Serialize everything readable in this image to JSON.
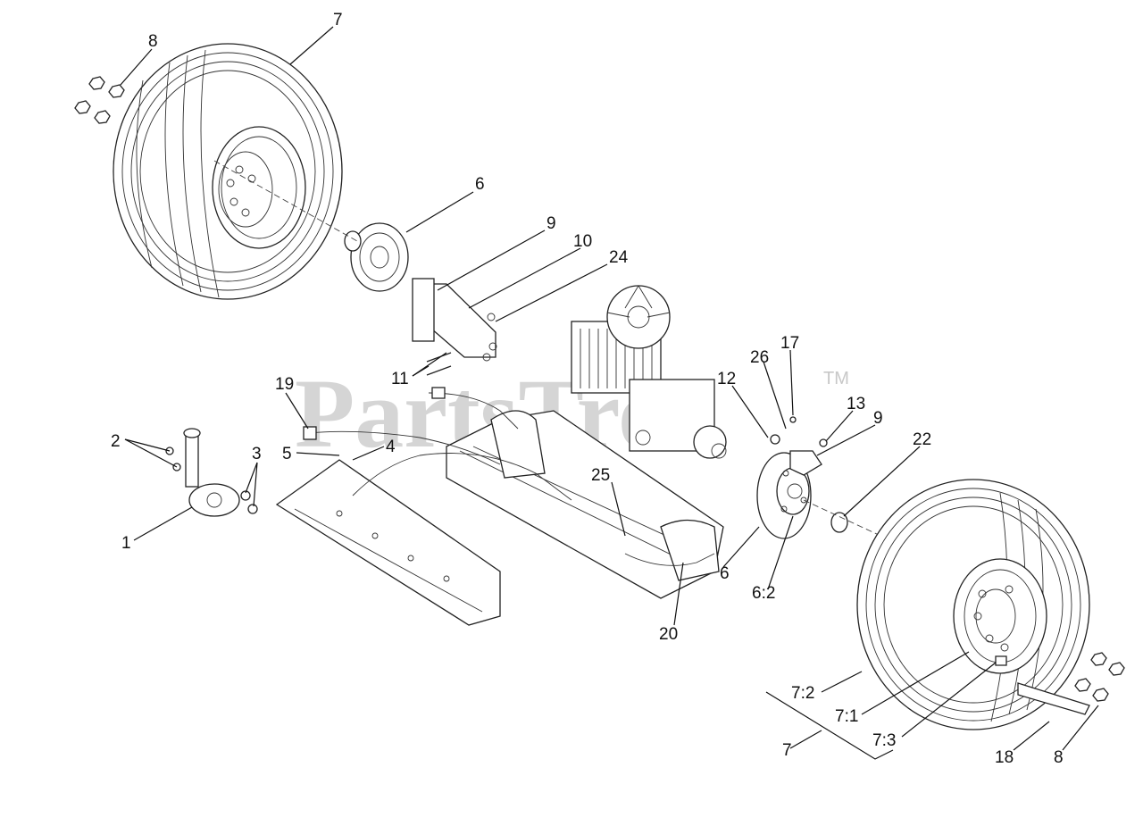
{
  "watermark": {
    "text": "PartsTree",
    "mark": "TM"
  },
  "callouts": [
    {
      "id": "c-7-top",
      "label": "7"
    },
    {
      "id": "c-8-top",
      "label": "8"
    },
    {
      "id": "c-6-top",
      "label": "6"
    },
    {
      "id": "c-9-top",
      "label": "9"
    },
    {
      "id": "c-10",
      "label": "10"
    },
    {
      "id": "c-24",
      "label": "24"
    },
    {
      "id": "c-11",
      "label": "11"
    },
    {
      "id": "c-19",
      "label": "19"
    },
    {
      "id": "c-2",
      "label": "2"
    },
    {
      "id": "c-3",
      "label": "3"
    },
    {
      "id": "c-5",
      "label": "5"
    },
    {
      "id": "c-4",
      "label": "4"
    },
    {
      "id": "c-1",
      "label": "1"
    },
    {
      "id": "c-26",
      "label": "26"
    },
    {
      "id": "c-17",
      "label": "17"
    },
    {
      "id": "c-12",
      "label": "12"
    },
    {
      "id": "c-13",
      "label": "13"
    },
    {
      "id": "c-9-right",
      "label": "9"
    },
    {
      "id": "c-22",
      "label": "22"
    },
    {
      "id": "c-25",
      "label": "25"
    },
    {
      "id": "c-6-right",
      "label": "6"
    },
    {
      "id": "c-6-2",
      "label": "6:2"
    },
    {
      "id": "c-20",
      "label": "20"
    },
    {
      "id": "c-7-2",
      "label": "7:2"
    },
    {
      "id": "c-7-1",
      "label": "7:1"
    },
    {
      "id": "c-7-3",
      "label": "7:3"
    },
    {
      "id": "c-7-bottom",
      "label": "7"
    },
    {
      "id": "c-18",
      "label": "18"
    },
    {
      "id": "c-8-bottom",
      "label": "8"
    }
  ]
}
